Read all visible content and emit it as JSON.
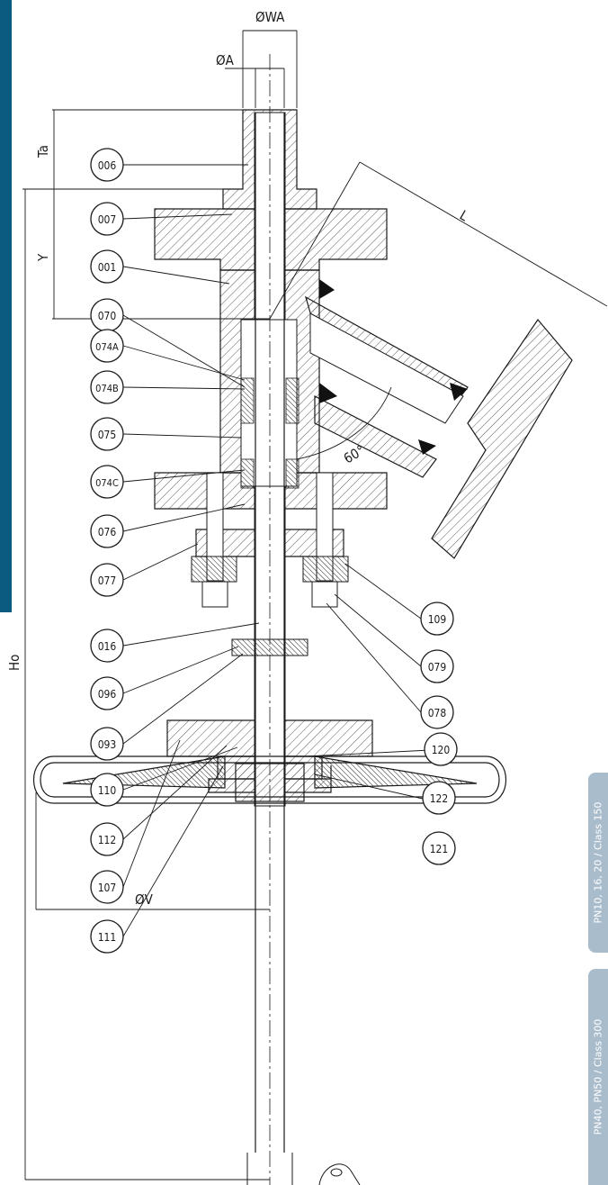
{
  "colors": {
    "sidebar": "#0b5a80",
    "tab": "#a9bccc",
    "tab_text": "#ffffff",
    "line": "#1a1a1a"
  },
  "dimensions": {
    "dia_wa": "ØWA",
    "dia_a": "ØA",
    "ta": "Ta",
    "y": "Y",
    "ho": "Ho",
    "l": "L",
    "angle": "60°",
    "dia_v": "ØV"
  },
  "callouts": [
    {
      "label": "006"
    },
    {
      "label": "007"
    },
    {
      "label": "001"
    },
    {
      "label": "070"
    },
    {
      "label": "074A"
    },
    {
      "label": "074B"
    },
    {
      "label": "075"
    },
    {
      "label": "074C"
    },
    {
      "label": "076"
    },
    {
      "label": "077"
    },
    {
      "label": "016"
    },
    {
      "label": "096"
    },
    {
      "label": "093"
    },
    {
      "label": "110"
    },
    {
      "label": "112"
    },
    {
      "label": "107"
    },
    {
      "label": "111"
    },
    {
      "label": "109"
    },
    {
      "label": "079"
    },
    {
      "label": "078"
    },
    {
      "label": "120"
    },
    {
      "label": "122"
    },
    {
      "label": "121"
    }
  ],
  "tabs": [
    {
      "label": "PN10, 16, 20 / Class 150"
    },
    {
      "label": "PN40, PN50 / Class 300"
    }
  ]
}
